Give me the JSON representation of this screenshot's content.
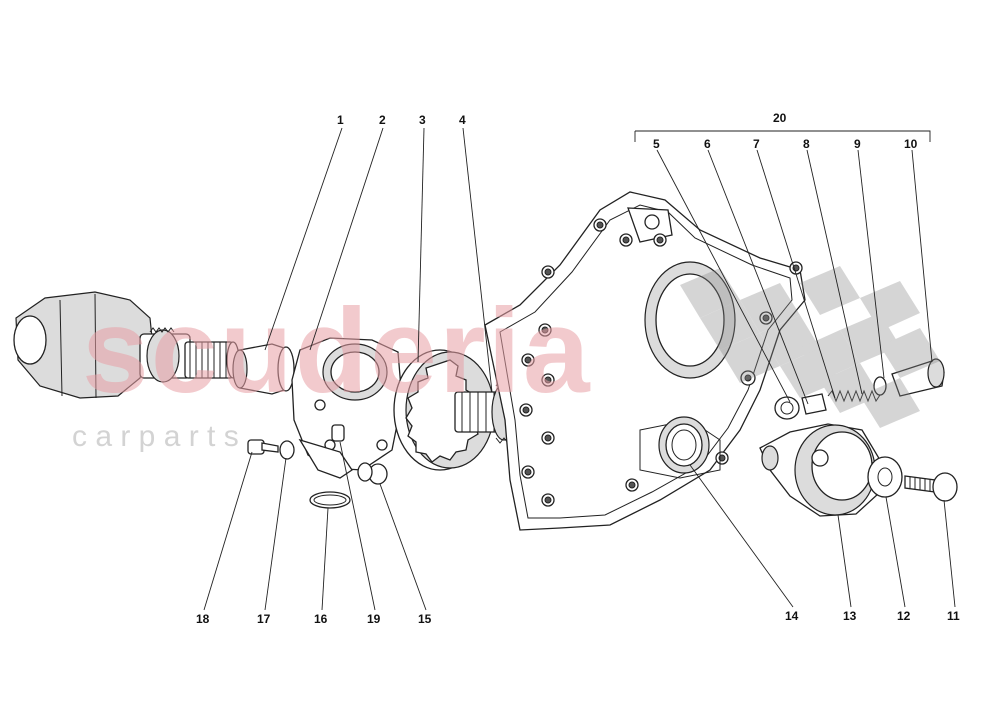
{
  "watermark": {
    "main": "scuderia",
    "sub": "c a r   p a r t s"
  },
  "callouts": {
    "c1": "1",
    "c2": "2",
    "c3": "3",
    "c4": "4",
    "c5": "5",
    "c6": "6",
    "c7": "7",
    "c8": "8",
    "c9": "9",
    "c10": "10",
    "c11": "11",
    "c12": "12",
    "c13": "13",
    "c14": "14",
    "c15": "15",
    "c16": "16",
    "c17": "17",
    "c18": "18",
    "c19": "19",
    "c20": "20"
  }
}
